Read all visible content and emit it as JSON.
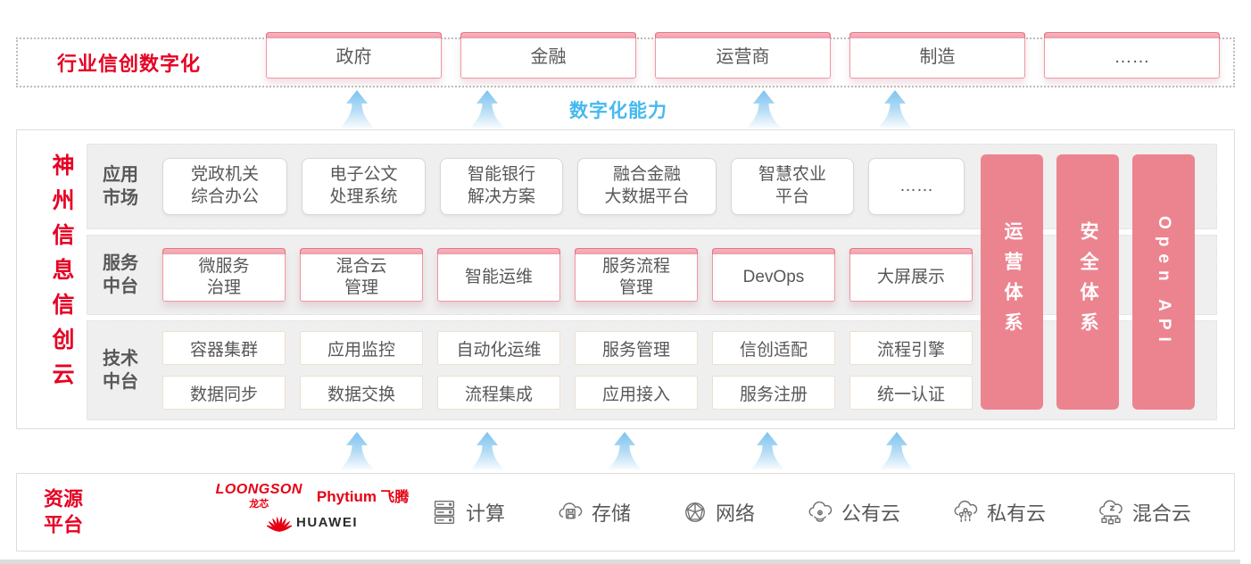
{
  "colors": {
    "accent_red": "#e60023",
    "vendor_red": "#e60012",
    "pillar_pink": "#ec8490",
    "tab_strip_pink": "#f2a6b3",
    "box_border_pink": "#ef96a4",
    "text_gray": "#595757",
    "capability_blue": "#45b9ef",
    "arrow_blue": "#7fc4ef",
    "row_bg": "#efefef"
  },
  "top_section": {
    "title": "行业信创数字化",
    "industries": [
      "政府",
      "金融",
      "运营商",
      "制造",
      "……"
    ]
  },
  "capability_label": "数字化能力",
  "platform": {
    "vertical_title": "神州信息信创云",
    "app_row": {
      "label": [
        "应用",
        "市场"
      ],
      "items": [
        [
          "党政机关",
          "综合办公"
        ],
        [
          "电子公文",
          "处理系统"
        ],
        [
          "智能银行",
          "解决方案"
        ],
        [
          "融合金融",
          "大数据平台"
        ],
        [
          "智慧农业",
          "平台"
        ],
        [
          "……"
        ]
      ]
    },
    "service_row": {
      "label": [
        "服务",
        "中台"
      ],
      "items": [
        [
          "微服务",
          "治理"
        ],
        [
          "混合云",
          "管理"
        ],
        [
          "智能运维"
        ],
        [
          "服务流程",
          "管理"
        ],
        [
          "DevOps"
        ],
        [
          "大屏展示"
        ]
      ]
    },
    "tech_row": {
      "label": [
        "技术",
        "中台"
      ],
      "items_top": [
        "容器集群",
        "应用监控",
        "自动化运维",
        "服务管理",
        "信创适配",
        "流程引擎"
      ],
      "items_bottom": [
        "数据同步",
        "数据交换",
        "流程集成",
        "应用接入",
        "服务注册",
        "统一认证"
      ]
    },
    "pillars": [
      "运营体系",
      "安全体系",
      "Open API"
    ]
  },
  "resource_section": {
    "title": [
      "资源",
      "平台"
    ],
    "vendors": {
      "loongson_name": "LOONGSON",
      "loongson_cn": "龙芯",
      "phytium_name": "Phytium",
      "phytium_cn": "飞腾",
      "huawei_name": "HUAWEI"
    },
    "items": [
      {
        "icon": "compute-server-icon",
        "label": "计算"
      },
      {
        "icon": "storage-cloud-icon",
        "label": "存储"
      },
      {
        "icon": "network-globe-icon",
        "label": "网络"
      },
      {
        "icon": "public-cloud-icon",
        "label": "公有云"
      },
      {
        "icon": "private-cloud-icon",
        "label": "私有云"
      },
      {
        "icon": "hybrid-cloud-icon",
        "label": "混合云"
      }
    ]
  }
}
